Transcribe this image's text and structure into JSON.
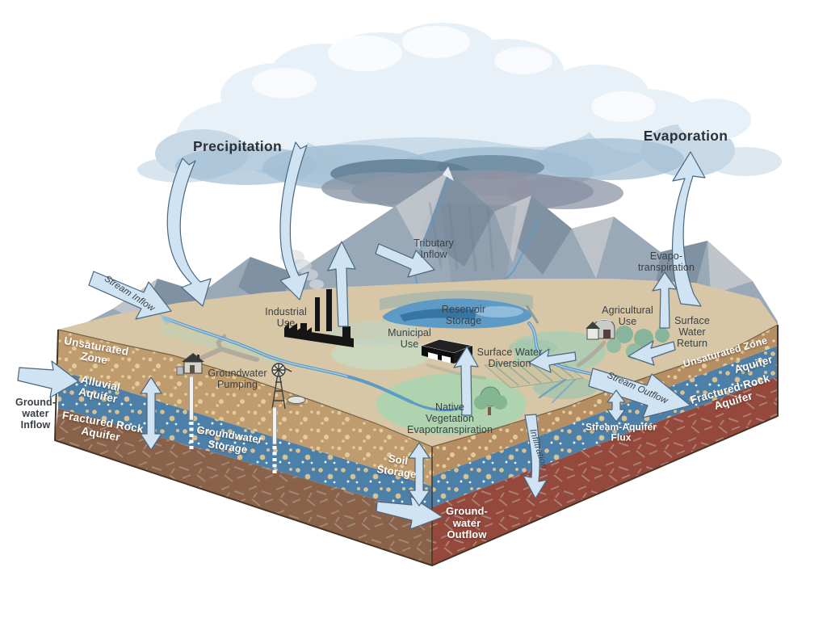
{
  "title": "Hydrologic cycle and groundwater system block diagram",
  "labels": {
    "precipitation": "Precipitation",
    "evaporation": "Evaporation",
    "tributary_inflow": "Tributary\nInflow",
    "stream_inflow": "Stream Inflow",
    "groundwater_inflow": "Ground-\nwater\nInflow",
    "industrial_use": "Industrial\nUse",
    "municipal_use": "Municipal\nUse",
    "reservoir_storage": "Reservoir\nStorage",
    "surface_water_diversion": "Surface Water\nDiversion",
    "agricultural_use": "Agricultural\nUse",
    "surface_water_return": "Surface\nWater\nReturn",
    "evapotranspiration": "Evapo-\ntranspiration",
    "native_vegetation_et": "Native\nVegetation\nEvapotranspiration",
    "groundwater_pumping": "Groundwater\nPumping",
    "groundwater_storage": "Groundwater\nStorage",
    "soil_storage": "Soil\nStorage",
    "groundwater_outflow": "Ground-\nwater\nOutflow",
    "infiltration": "Infiltration",
    "stream_outflow": "Stream Outflow",
    "stream_aquifer_flux": "Stream-Aquifer\nFlux",
    "unsaturated_zone_left": "Unsaturated\nZone",
    "alluvial_aquifer": "Alluvial\nAquifer",
    "fractured_rock_left": "Fractured Rock\nAquifer",
    "unsaturated_zone_right": "Unsaturated Zone",
    "aquifer_right": "Aquifer",
    "fractured_rock_right": "Fractured Rock\nAquifer"
  },
  "icons": [
    "cloud",
    "factory",
    "municipal-building",
    "barn",
    "pump-house",
    "windmill",
    "storage-tank",
    "tree",
    "water-well",
    "flow-arrow"
  ],
  "colors": {
    "arrow_fill": "#cfe3f2",
    "arrow_stroke": "#4a6780",
    "text_dark": "#3a4047",
    "text_white": "#ffffff",
    "cloud_light": "#e9f1f8",
    "cloud_mid": "#c7d9e7",
    "cloud_shadow": "#a3bed3",
    "storm_gray": "#8a97a6",
    "mountain": "#9aa9b8",
    "mountain_dark": "#7d8fa0",
    "mountain_light": "#c2c6cc",
    "valley_tan": "#d8c7a6",
    "vegetation_green": "#aed3ae",
    "water_blue": "#5d9bc6",
    "water_deep": "#2f6e9e",
    "water_light": "#a9cce5",
    "unsaturated_tan": "#bf9c6e",
    "unsaturated_dot": "#e3cb9b",
    "aquifer_blue": "#4d80a8",
    "aquifer_dot": "#d7c192",
    "rock_brown": "#8a6149",
    "rock_brown_line": "#a5948a",
    "rock_red": "#94493c",
    "rock_red_line": "#b19089",
    "block_edge": "#463526"
  }
}
